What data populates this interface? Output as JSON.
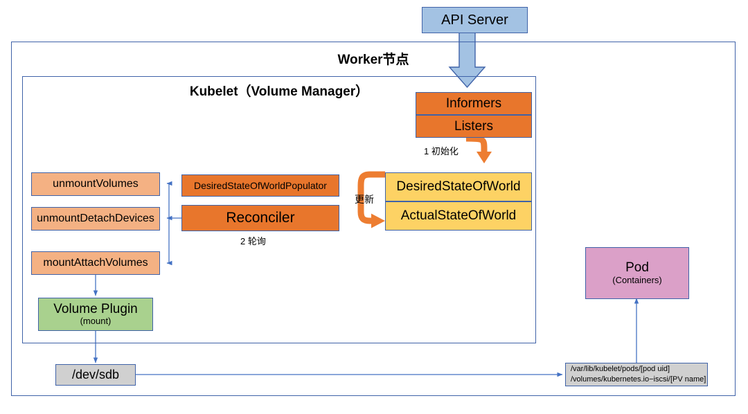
{
  "diagram": {
    "title_worker": "Worker节点",
    "title_kubelet": "Kubelet（Volume Manager）",
    "colors": {
      "border_blue": "#3f62a8",
      "api_blue": "#a3c2e3",
      "orange": "#e8762c",
      "light_orange": "#f4b183",
      "yellow": "#fdd264",
      "green": "#a9d18e",
      "pink": "#dba0c8",
      "grey": "#d0d0d0",
      "arrow_blue": "#4472c4",
      "arrow_orange": "#ed7d31"
    }
  },
  "nodes": {
    "api_server": "API Server",
    "informers": "Informers",
    "listers": "Listers",
    "desired_state_of_world": "DesiredStateOfWorld",
    "actual_state_of_world": "ActualStateOfWorld",
    "dsw_populator": "DesiredStateOfWorldPopulator",
    "reconciler": "Reconciler",
    "unmount_volumes": "unmountVolumes",
    "unmount_detach_devices": "unmountDetachDevices",
    "mount_attach_volumes": "mountAttachVolumes",
    "volume_plugin": "Volume Plugin",
    "volume_plugin_sub": "(mount)",
    "device": "/dev/sdb",
    "pod": "Pod",
    "pod_sub": "(Containers)",
    "mount_path_line1": "/var/lib/kubelet/pods/[pod uid]",
    "mount_path_line2": "/volumes/kubernetes.io−iscsi/[PV name]"
  },
  "annotations": {
    "step1": "1 初始化",
    "step2": "2 轮询",
    "update": "更新"
  }
}
